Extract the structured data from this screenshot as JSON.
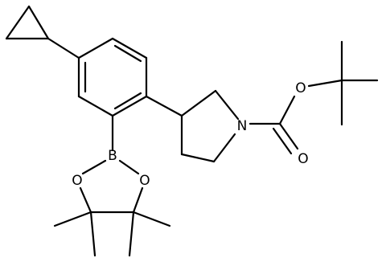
{
  "molecule": {
    "atom_labels": {
      "boron": "B",
      "ring_oxygen_left": "O",
      "ring_oxygen_right": "O",
      "pyrrolidine_nitrogen": "N",
      "carbonyl_oxygen": "O",
      "ester_oxygen": "O"
    },
    "colors": {
      "bond": "#000000",
      "label": "#000000",
      "background": "#ffffff"
    }
  }
}
